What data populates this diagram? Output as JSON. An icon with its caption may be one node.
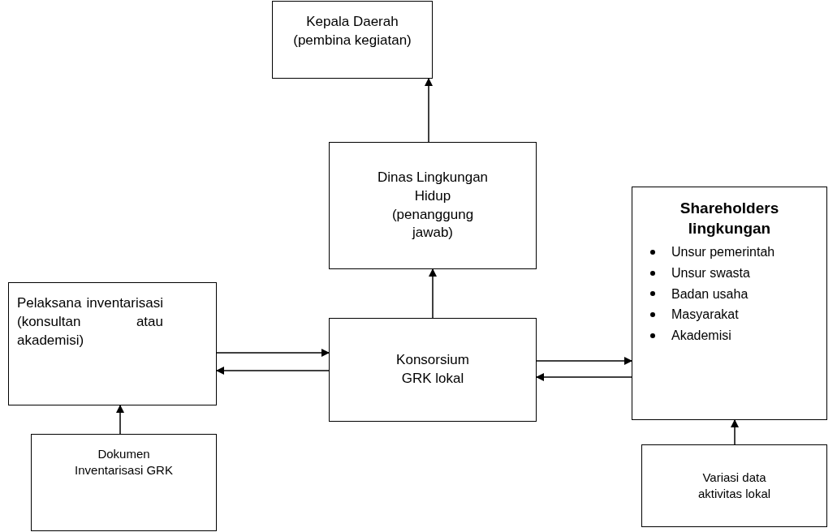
{
  "diagram": {
    "nodes": [
      {
        "text": [
          "Kepala Daerah (pembina kegiatan)"
        ]
      },
      {
        "text": [
          "Dinas Lingkungan Hidup (penanggung jawab)"
        ]
      },
      {
        "text": [
          "Pelaksana inventarisasi (konsultan atau akademisi)"
        ]
      },
      {
        "text": [
          "Konsorsium GRK lokal"
        ]
      },
      {
        "text": [
          "Shareholders lingkungan",
          "Unsur pemerintah",
          "Unsur swasta",
          "Badan usaha",
          "Masyarakat",
          "Akademisi"
        ]
      },
      {
        "text": [
          "Dokumen Inventarisasi GRK"
        ]
      },
      {
        "text": [
          "Variasi data aktivitas lokal"
        ]
      }
    ],
    "edges": [
      {
        "from": 1,
        "to": 0,
        "arrow": "to"
      },
      {
        "from": 3,
        "to": 1,
        "arrow": "to"
      },
      {
        "from": 2,
        "to": 3,
        "arrow": "to"
      },
      {
        "from": 3,
        "to": 2,
        "arrow": "to"
      },
      {
        "from": 3,
        "to": 4,
        "arrow": "to"
      },
      {
        "from": 4,
        "to": 3,
        "arrow": "to"
      },
      {
        "from": 5,
        "to": 2,
        "arrow": "to"
      },
      {
        "from": 6,
        "to": 4,
        "arrow": "to"
      }
    ]
  }
}
